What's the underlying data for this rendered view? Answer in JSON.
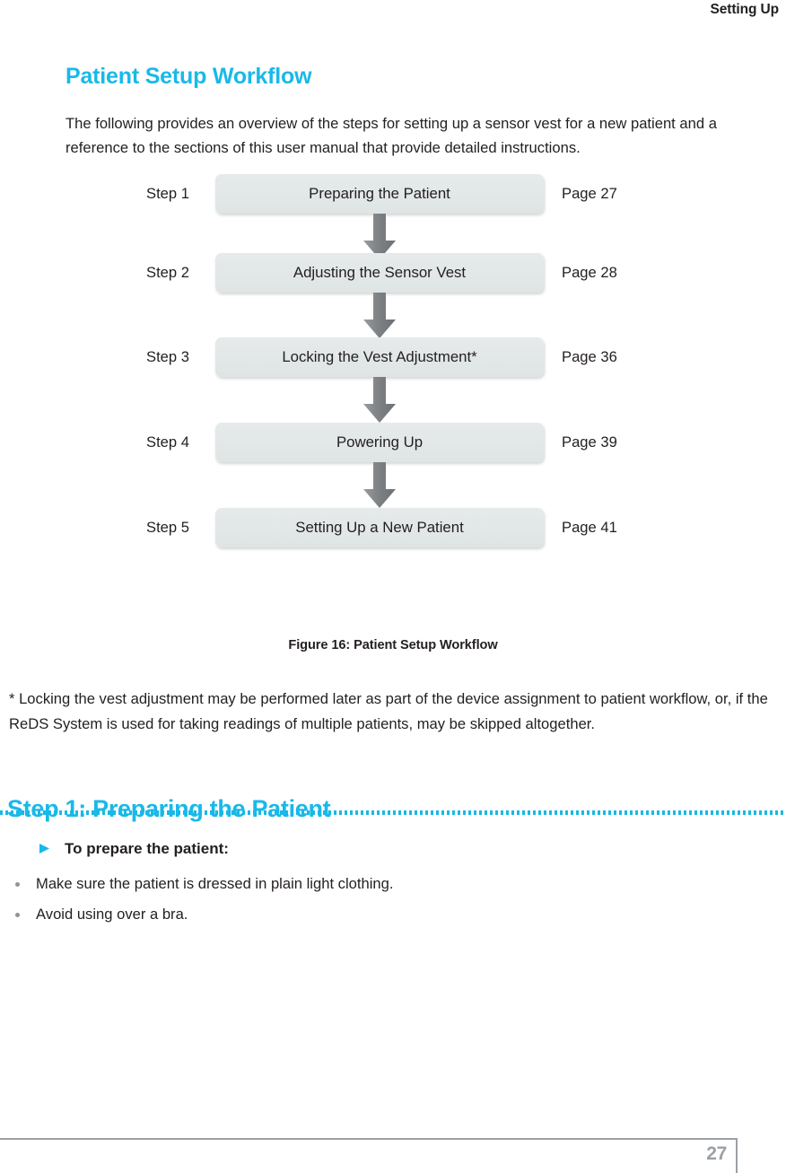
{
  "header": {
    "running_title": "Setting Up"
  },
  "section": {
    "title": "Patient Setup Workflow",
    "intro": "The following provides an overview of the steps for setting up a sensor vest for a new patient and a reference to the sections of this user manual that provide detailed instructions."
  },
  "flowchart": {
    "steps": [
      {
        "step_label": "Step 1",
        "box_label": "Preparing the Patient",
        "page_label": "Page 27"
      },
      {
        "step_label": "Step 2",
        "box_label": "Adjusting the Sensor Vest",
        "page_label": "Page 28"
      },
      {
        "step_label": "Step 3",
        "box_label": "Locking the Vest Adjustment*",
        "page_label": "Page 36"
      },
      {
        "step_label": "Step 4",
        "box_label": "Powering Up",
        "page_label": "Page 39"
      },
      {
        "step_label": "Step 5",
        "box_label": "Setting Up a New Patient",
        "page_label": "Page 41"
      }
    ],
    "caption": "Figure 16: Patient Setup Workflow"
  },
  "footnote": {
    "text": "* Locking the vest adjustment may be performed later as part of the device assignment to patient workflow, or, if the ReDS System is used for taking readings of multiple patients, may be skipped altogether."
  },
  "step_section": {
    "heading": "Step 1: Preparing the Patient",
    "procedure_lead": "To prepare the patient:",
    "bullets": [
      "Make sure the patient is dressed in plain light clothing.",
      "Avoid using over a bra."
    ]
  },
  "footer": {
    "page_number": "27"
  },
  "colors": {
    "accent_cyan": "#19b9e8",
    "body_text": "#231f20",
    "box_fill": "#e3e8e8",
    "arrow_gray": "#808285",
    "footer_gray": "#9ba0a5",
    "bullet_gray": "#8f9496"
  }
}
